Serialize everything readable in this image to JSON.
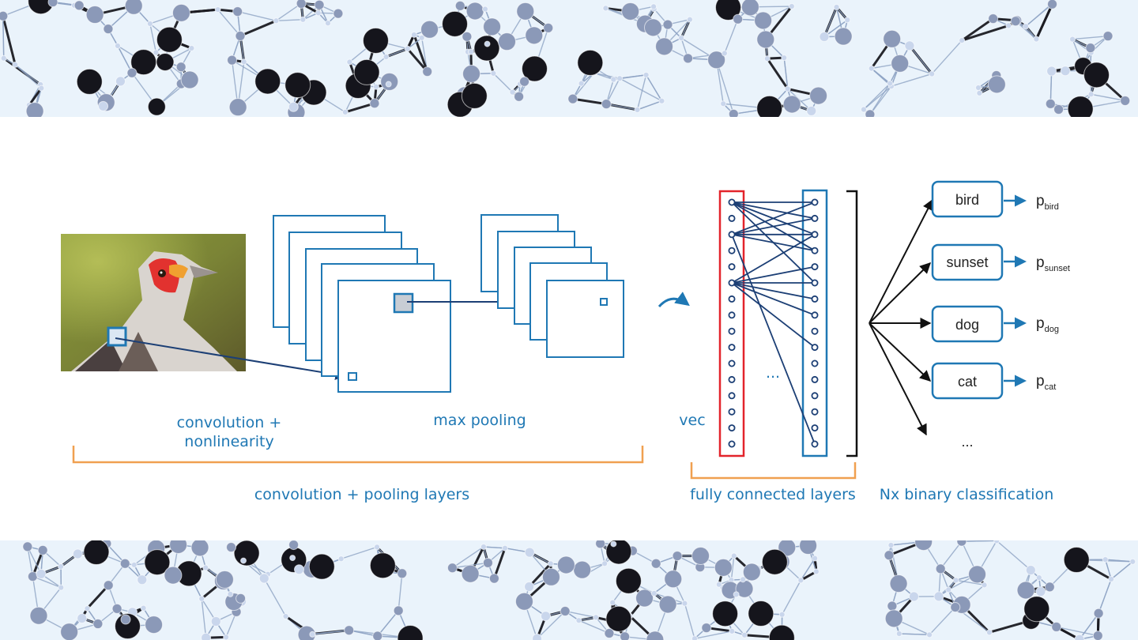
{
  "labels": {
    "conv_line1": "convolution +",
    "conv_line2": "nonlinearity",
    "max_pooling": "max pooling",
    "vec": "vec",
    "ellipsis_fc": "...",
    "conv_pool_layers": "convolution + pooling layers",
    "fully_connected": "fully connected layers",
    "nx_binary": "Nx binary classification"
  },
  "classes": [
    {
      "label": "bird",
      "prob": "p",
      "sub": "bird"
    },
    {
      "label": "sunset",
      "prob": "p",
      "sub": "sunset"
    },
    {
      "label": "dog",
      "prob": "p",
      "sub": "dog"
    },
    {
      "label": "cat",
      "prob": "p",
      "sub": "cat"
    }
  ],
  "classes_ellipsis": "...",
  "colors": {
    "blue": "#1f78b4",
    "dark_blue": "#1c3f75",
    "red": "#e3242b",
    "orange": "#f0a050",
    "black": "#111111",
    "bg_light": "#eaf3fb"
  },
  "icons": {
    "input_image": "bird-photo",
    "flatten_arrow": "curved-arrow-icon",
    "class_arrow": "right-arrow-icon"
  }
}
